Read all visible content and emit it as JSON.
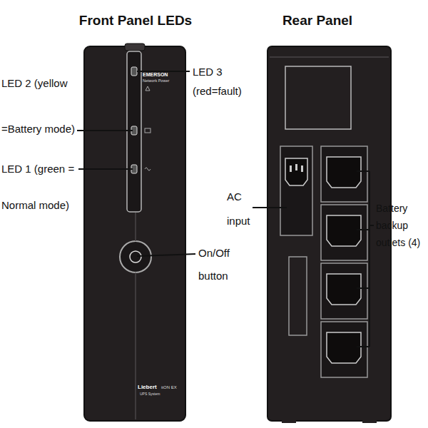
{
  "diagram": {
    "labels": [
      "Front Panel LEDs",
      "Rear Panel",
      "LED 2 (yellow =Battery mode)",
      "LED 1 (green = Normal mode)",
      "LED 3 (red=fault)",
      "On/Off button",
      "AC input",
      "Battery backup outlets (4)",
      "EMERSON",
      "Network Power",
      "Liebert",
      "itON EX",
      "UPS System"
    ]
  }
}
